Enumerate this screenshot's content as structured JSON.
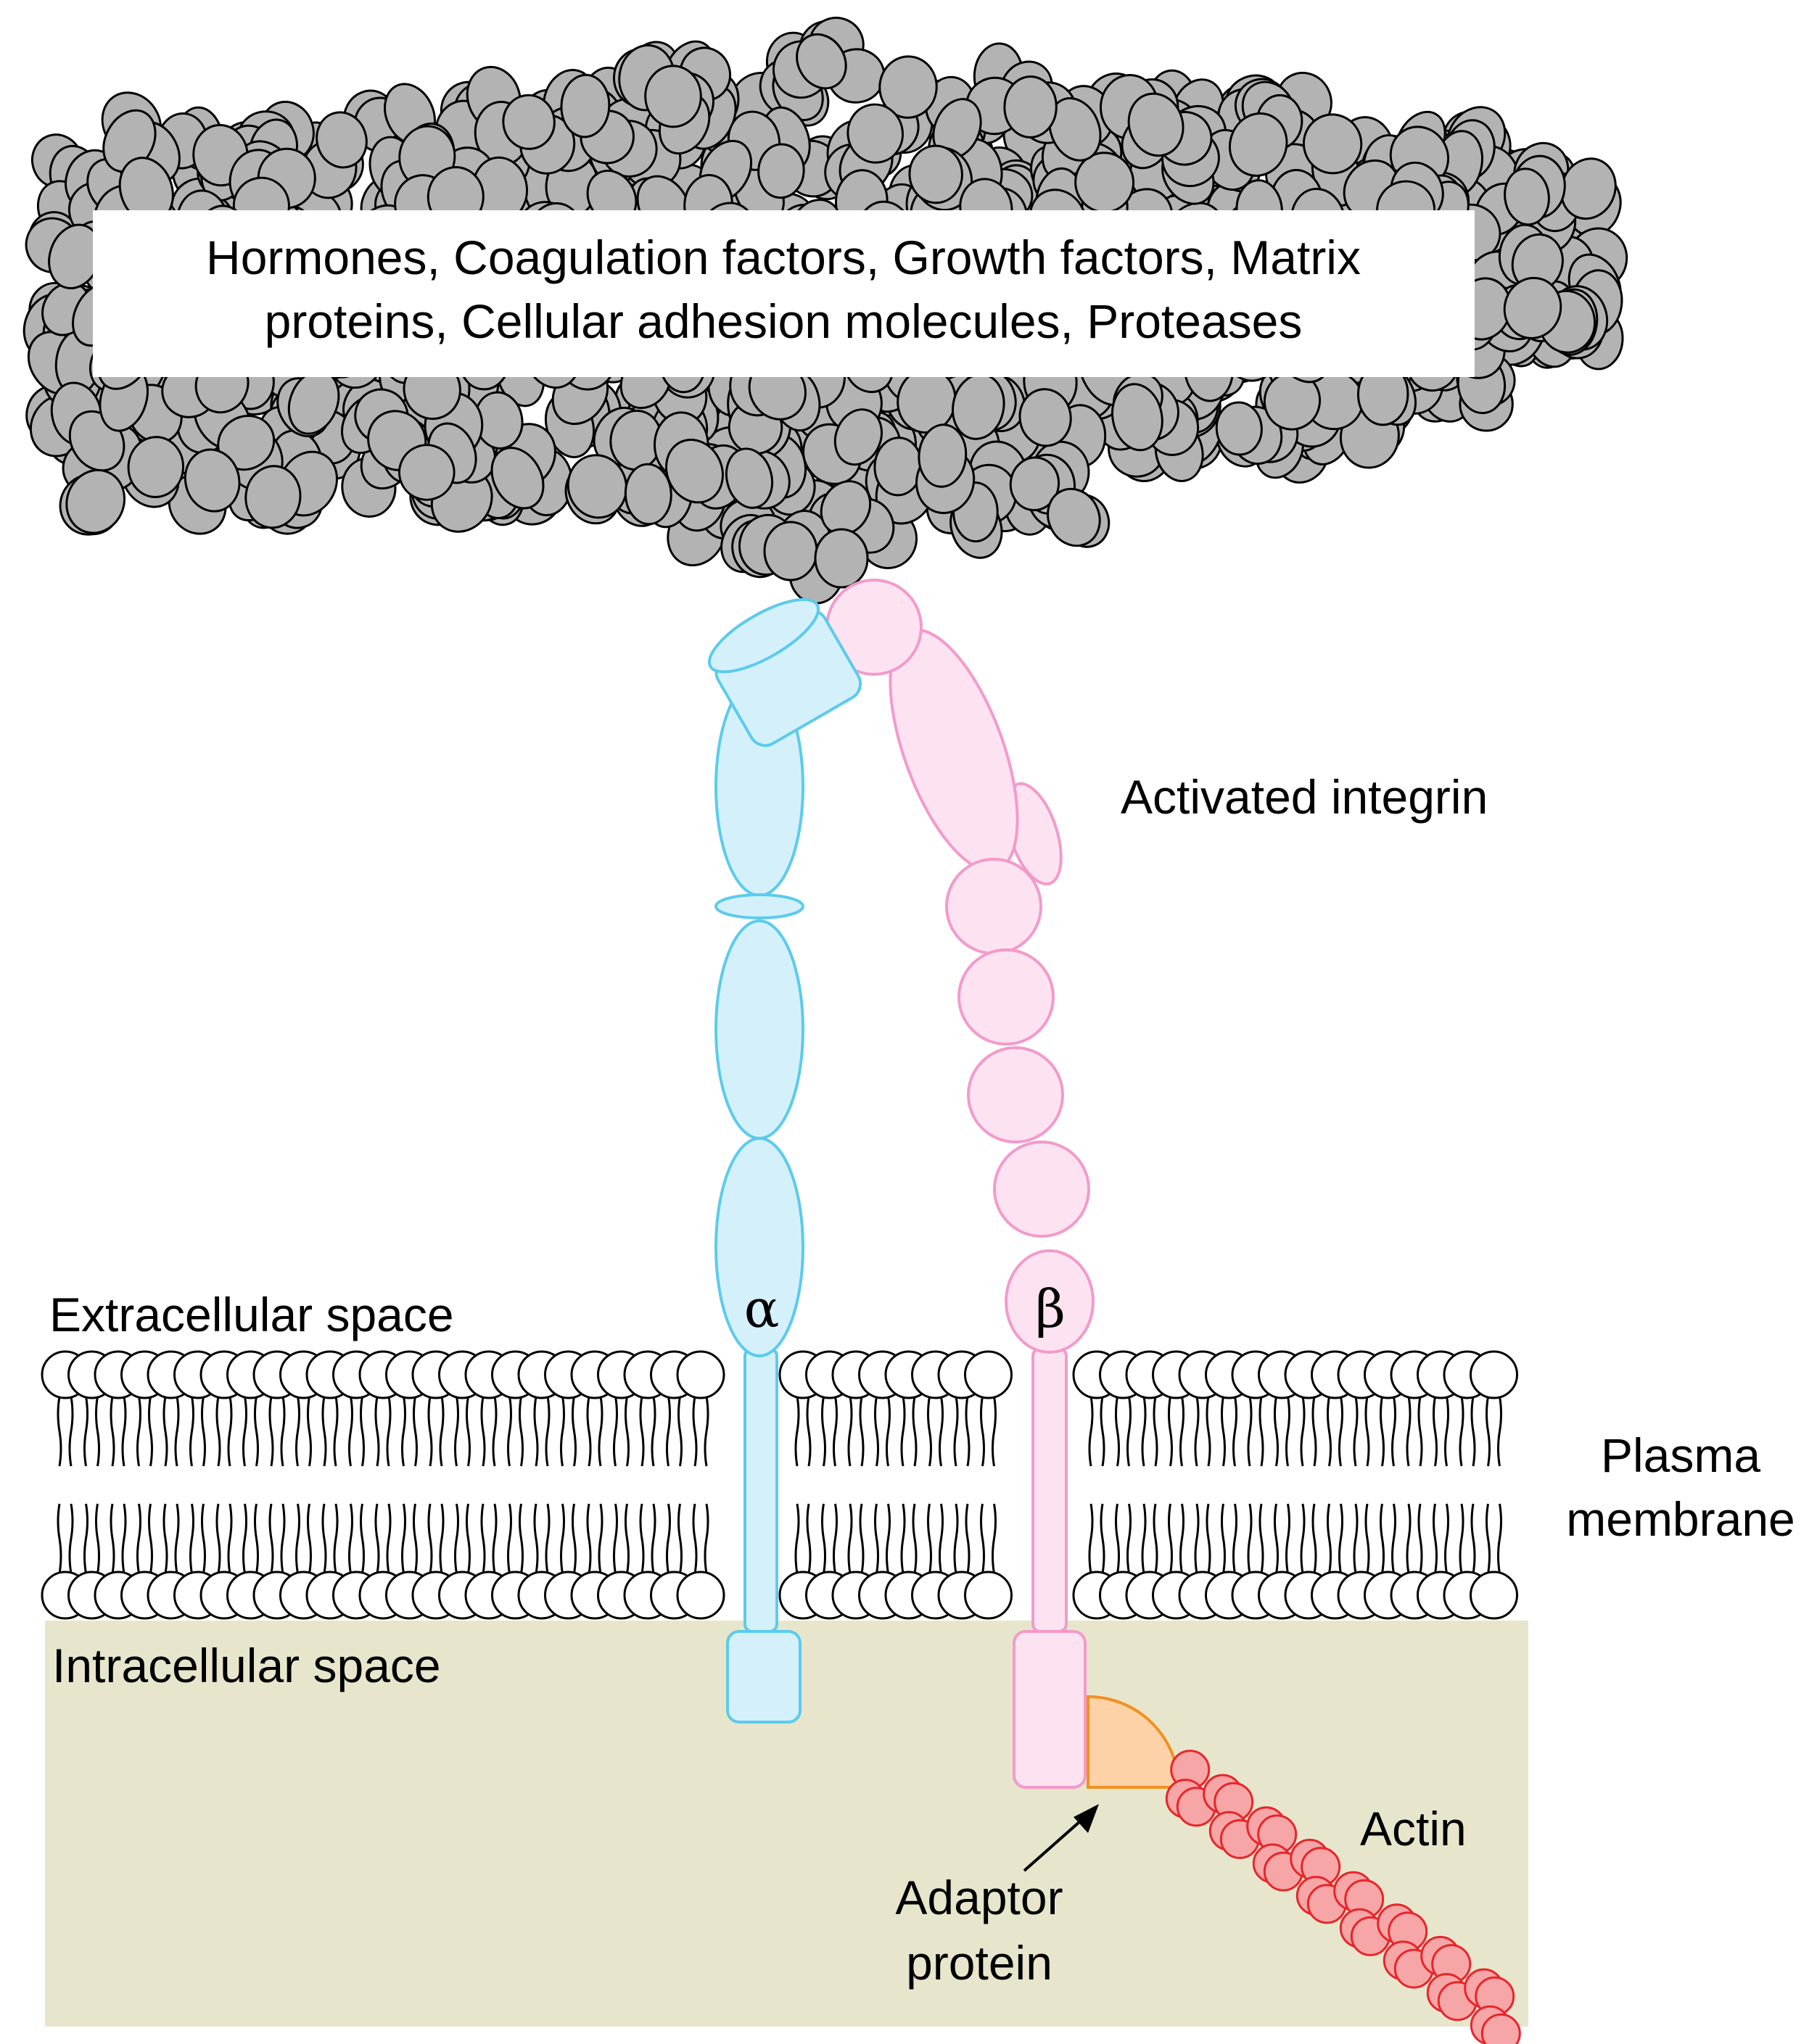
{
  "ligand_box": {
    "line1": "Hormones, Coagulation factors, Growth factors, Matrix",
    "line2": "proteins, Cellular adhesion molecules, Proteases"
  },
  "labels": {
    "activated_integrin": "Activated integrin",
    "extracellular_space": "Extracellular space",
    "intracellular_space": "Intracellular space",
    "plasma_membrane_line1": "Plasma",
    "plasma_membrane_line2": "membrane",
    "actin": "Actin",
    "adaptor_protein_line1": "Adaptor",
    "adaptor_protein_line2": "protein",
    "alpha_subunit": "α",
    "beta_subunit": "β"
  },
  "colors": {
    "ligand_fill": "#b3b3b3",
    "alpha_fill": "#d4f1fb",
    "alpha_stroke": "#5ccbec",
    "beta_fill": "#fde3f1",
    "beta_stroke": "#f39acb",
    "adaptor_fill": "#fdd2a6",
    "adaptor_stroke": "#f39020",
    "actin_fill": "#f6a6a6",
    "actin_stroke": "#e8252b",
    "cytoplasm_fill": "#e7e6cc"
  }
}
